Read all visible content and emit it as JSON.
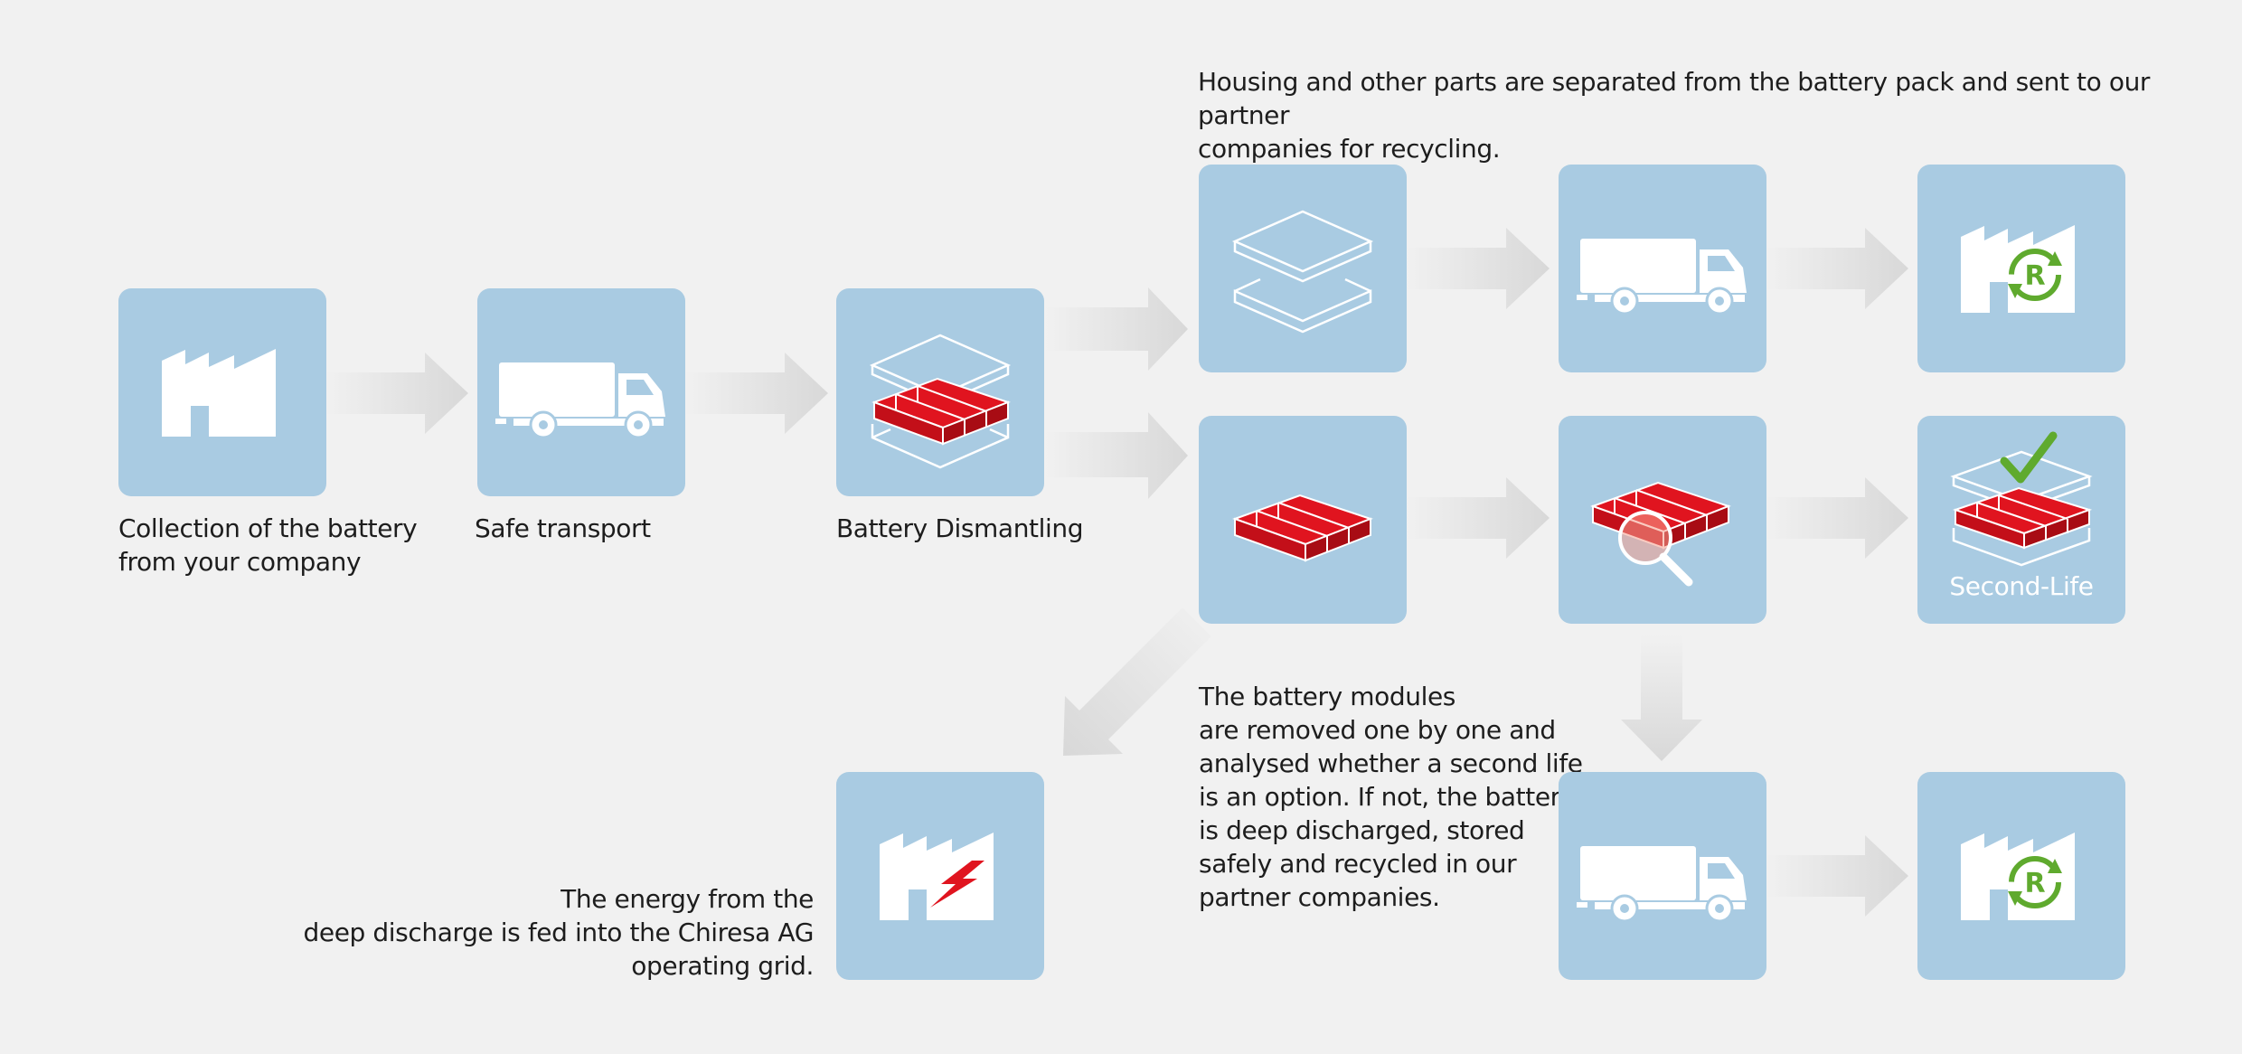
{
  "colors": {
    "background": "#f1f1f1",
    "card": "#a9cbe2",
    "icon": "#ffffff",
    "battery_cell": "#e0141f",
    "recycle_green": "#5faa2e",
    "arrow": "#d8d8d8",
    "text": "#1d1d1d"
  },
  "steps": {
    "collection": {
      "label": "Collection of the battery\nfrom your company",
      "icon": "factory-icon"
    },
    "transport": {
      "label": "Safe transport",
      "icon": "truck-icon"
    },
    "dismantling": {
      "label": "Battery Dismantling",
      "icon": "battery-pack-exploded-icon"
    },
    "housing_parts": {
      "icon": "housing-plates-icon"
    },
    "housing_transport": {
      "icon": "truck-icon"
    },
    "housing_recycling": {
      "icon": "recycling-factory-icon"
    },
    "modules": {
      "icon": "battery-modules-icon"
    },
    "analysis": {
      "icon": "magnifier-analysis-icon"
    },
    "second_life": {
      "label": "Second-Life",
      "icon": "second-life-check-icon"
    },
    "energy_grid": {
      "icon": "power-factory-icon"
    },
    "module_transport": {
      "icon": "truck-icon"
    },
    "module_recycling": {
      "icon": "recycling-factory-icon"
    }
  },
  "notes": {
    "housing": "Housing and other parts are separated from the battery pack and sent to our partner\ncompanies for recycling.",
    "modules": "The battery modules\nare removed one by one and\nanalysed whether a second life\nis an option. If not, the battery\nis deep discharged, stored\nsafely and recycled in our\npartner companies.",
    "energy": "The energy from the\ndeep discharge is fed into the Chiresa AG\noperating grid."
  }
}
